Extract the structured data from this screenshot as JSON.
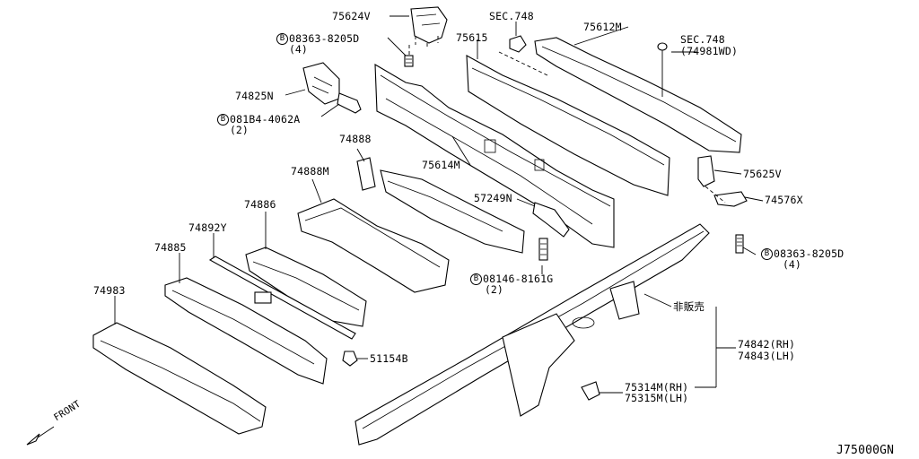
{
  "diagram_code": "J75000GN",
  "front_label": "FRONT",
  "labels": {
    "p75624V": "75624V",
    "sec748_a": "SEC.748",
    "p75612M": "75612M",
    "p75615": "75615",
    "sec748_b": "SEC.748",
    "sec748_b_sub": "(74981WD)",
    "bolt_08363_top": "08363-8205D",
    "bolt_08363_top_qty": "(4)",
    "p74825N": "74825N",
    "bolt_081B4": "081B4-4062A",
    "bolt_081B4_qty": "(2)",
    "p74888": "74888",
    "p75614M": "75614M",
    "p74888M": "74888M",
    "p57249N": "57249N",
    "p75625V": "75625V",
    "p74576X": "74576X",
    "p74886": "74886",
    "p74892Y": "74892Y",
    "bolt_08363_right": "08363-8205D",
    "bolt_08363_right_qty": "(4)",
    "p74885": "74885",
    "bolt_08146": "08146-8161G",
    "bolt_08146_qty": "(2)",
    "not_for_sale": "非販売",
    "p74983": "74983",
    "p74842": "74842(RH)",
    "p74843": "74843(LH)",
    "p51154B": "51154B",
    "p75314M": "75314M(RH)",
    "p75315M": "75315M(LH)"
  },
  "bolt_symbol": "B"
}
